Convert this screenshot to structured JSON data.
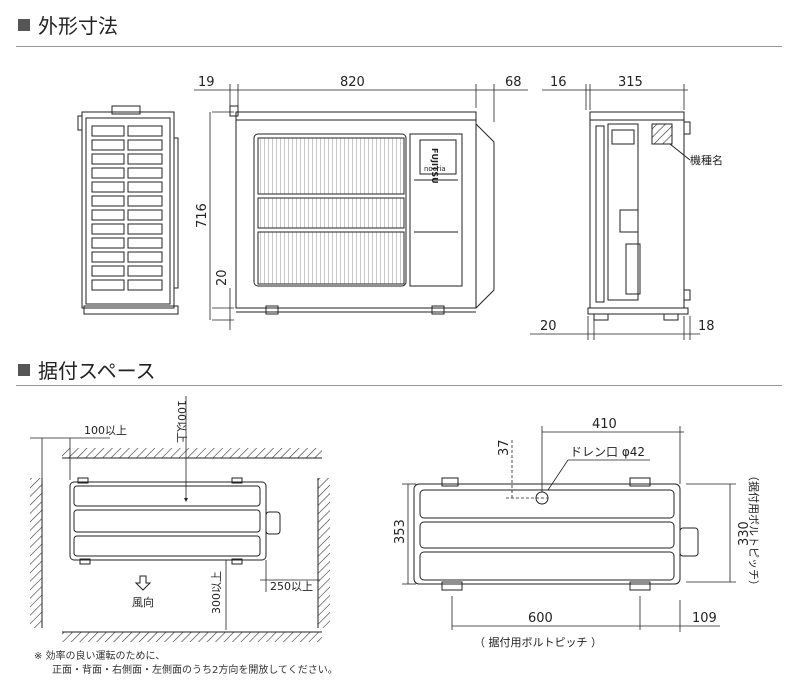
{
  "sections": {
    "outline_title": "外形寸法",
    "space_title": "据付スペース"
  },
  "outline": {
    "front": {
      "left_offset": "19",
      "width": "820",
      "right_offset": "68",
      "height": "716",
      "base": "20"
    },
    "side": {
      "left_offset": "16",
      "depth": "315",
      "model_label": "機種名",
      "base_left": "20",
      "base_right": "18"
    },
    "brand": "FUJITSU",
    "sub_brand": "nocria"
  },
  "space": {
    "top_clear": "100以上",
    "left_clear": "100以上",
    "right_clear": "250以上",
    "front_clear": "300以上",
    "wind": "風向",
    "depth": "353",
    "drain_width": "410",
    "drain_offset": "37",
    "drain_label": "ドレン口 φ42",
    "bolt_depth": "330",
    "bolt_label_v": "（据付用ボルトピッチ）",
    "bolt_width": "600",
    "right_offset": "109",
    "bolt_label_h": "（ 据付用ボルトピッチ ）"
  },
  "notes": {
    "line1": "※  効率の良い運転のために、",
    "line2": "正面・背面・右側面・左側面のうち2方向を開放してください。"
  }
}
